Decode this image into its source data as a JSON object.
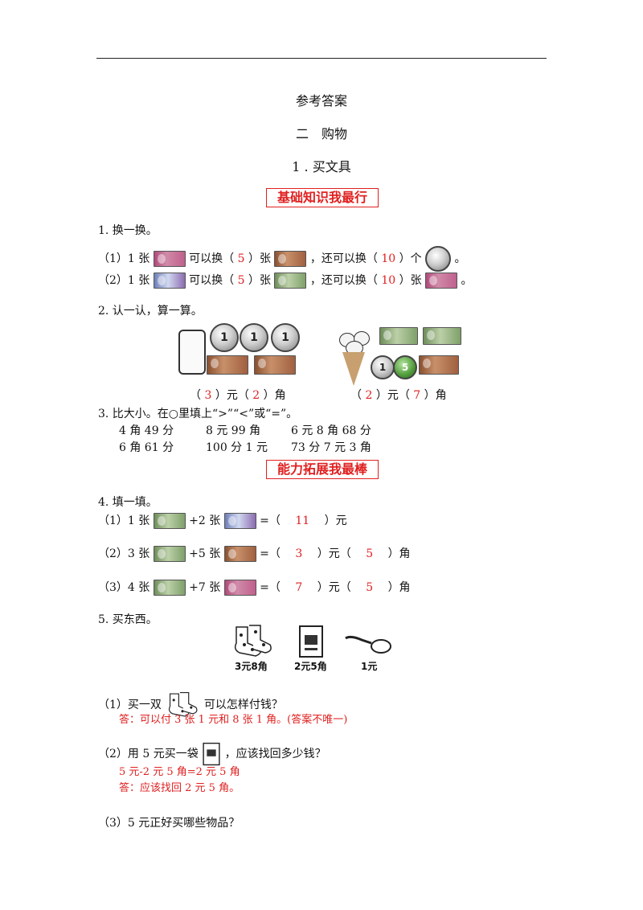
{
  "header": {
    "title": "参考答案",
    "unit": "二　购物",
    "lesson": "1 . 买文具"
  },
  "banners": {
    "basic": "基础知识我最行",
    "extend": "能力拓展我最棒"
  },
  "q1": {
    "heading": "1. 换一换。",
    "line1": {
      "prefix": "（1）1 张",
      "mid1": "可以换（",
      "ans1": "5",
      "mid2": "）张",
      "mid3": "，还可以换（",
      "ans2": "10",
      "mid4": "）个",
      "end": "。"
    },
    "line2": {
      "prefix": "（2）1 张",
      "mid1": "可以换（",
      "ans1": "5",
      "mid2": "）张",
      "mid3": "，还可以换（",
      "ans2": "10",
      "mid4": "）张",
      "end": "。"
    }
  },
  "q2": {
    "heading": "2. 认一认，算一算。",
    "coin_label": "1",
    "coin5_label": "5",
    "left_answer": {
      "open1": "（",
      "ans1": "3",
      "unit1": "）元（",
      "ans2": "2",
      "unit2": "）角"
    },
    "right_answer": {
      "open1": "（",
      "ans1": "2",
      "unit1": "）元（",
      "ans2": "7",
      "unit2": "）角"
    }
  },
  "q3": {
    "heading": "3. 比大小。在○里填上“>”“<”或“=”。",
    "rows": [
      [
        "4 角 49 分",
        "8 元 99 角",
        "6 元 8 角 68 分"
      ],
      [
        "6 角 61 分",
        "100 分 1 元",
        "73 分 7 元 3 角"
      ]
    ]
  },
  "q4": {
    "heading": "4. 填一填。",
    "line1": {
      "a": "（1）1 张",
      "b": "+2 张",
      "c": "=（",
      "ans1": "11",
      "d": "）元"
    },
    "line2": {
      "a": "（2）3 张",
      "b": "+5 张",
      "c": "=（",
      "ans1": "3",
      "d": "）元（",
      "ans2": "5",
      "e": "）角"
    },
    "line3": {
      "a": "（3）4 张",
      "b": "+7 张",
      "c": "=（",
      "ans1": "7",
      "d": "）元（",
      "ans2": "5",
      "e": "）角"
    }
  },
  "q5": {
    "heading": "5. 买东西。",
    "items": [
      {
        "label": "3元8角"
      },
      {
        "label": "2元5角"
      },
      {
        "label": "1元"
      }
    ],
    "sub1": {
      "prefix": "（1）买一双",
      "suffix": "可以怎样付钱？",
      "answer": "答：可以付 3 张 1 元和 8 张 1 角。(答案不唯一)"
    },
    "sub2": {
      "prefix": "（2）用 5 元买一袋",
      "suffix": "，应该找回多少钱？",
      "calc": "5 元-2 元 5 角=2 元 5 角",
      "answer": "答：应该找回 2 元 5 角。"
    },
    "sub3": {
      "text": "（3）5 元正好买哪些物品？"
    }
  },
  "colors": {
    "answer_red": "#e02020",
    "banner_red": "#e02020"
  }
}
